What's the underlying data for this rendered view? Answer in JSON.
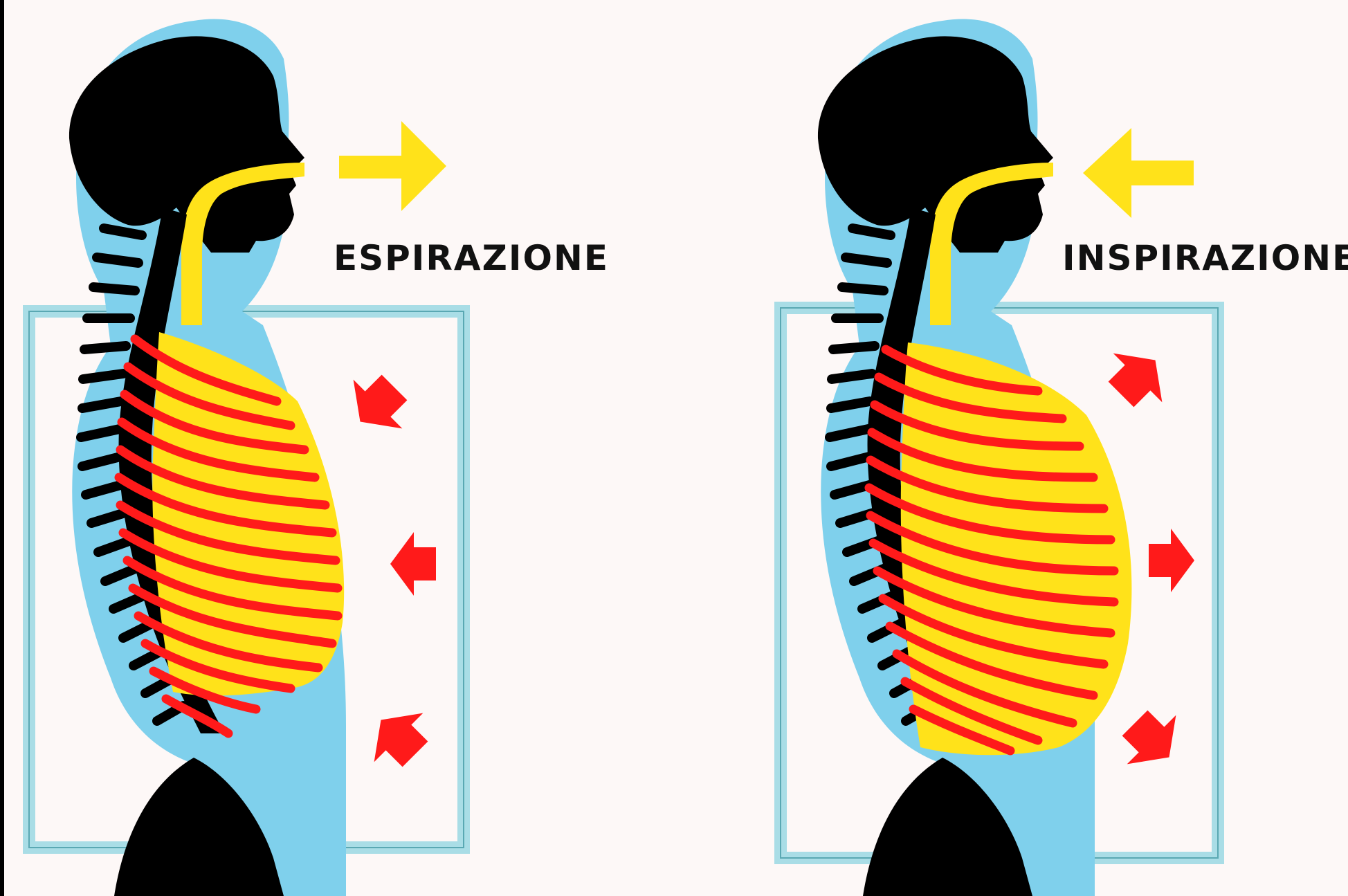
{
  "panels": [
    {
      "label": "ESPIRAZIONE",
      "airflow": "out",
      "chest": "contracted"
    },
    {
      "label": "INSPIRAZIONE",
      "airflow": "in",
      "chest": "expanded"
    }
  ],
  "colors": {
    "background": "#fdf8f7",
    "silhouette": "#000000",
    "body_outline": "#7fd0ec",
    "frame": "#a9dde6",
    "airway": "#ffe21a",
    "ribs": "#ff1a1a",
    "air_arrow": "#ffe21a",
    "chest_arrow": "#ff1a1a"
  }
}
